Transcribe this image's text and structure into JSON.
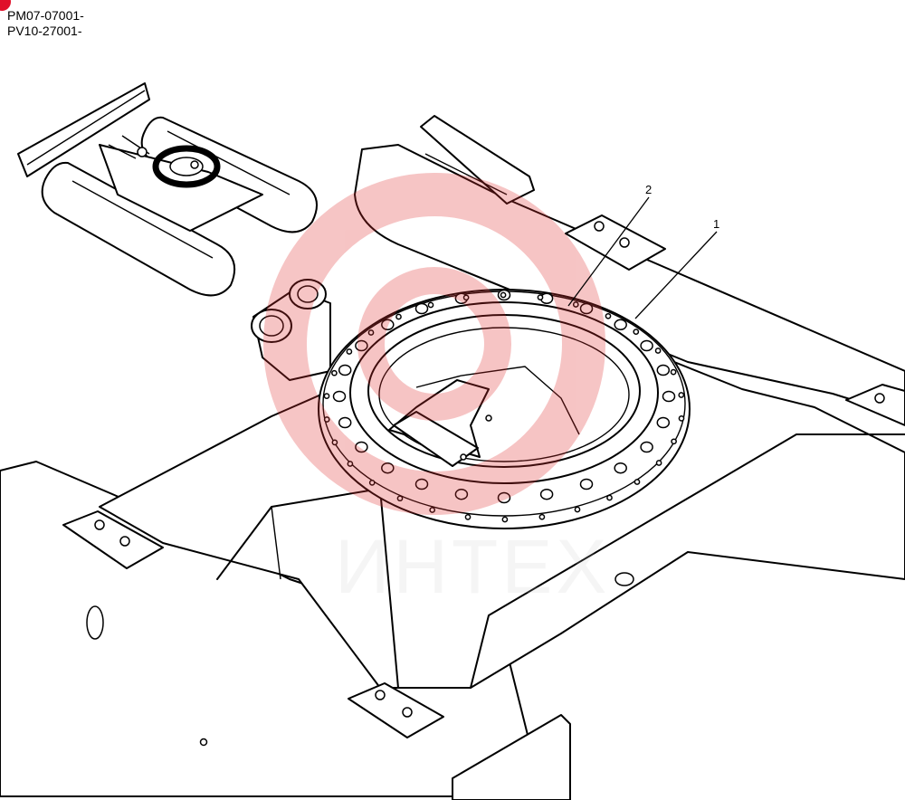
{
  "header": {
    "serial_range_1": "PM07-07001-",
    "serial_range_2": "PV10-27001-",
    "marker_color": "#e0102a"
  },
  "callouts": [
    {
      "label": "1",
      "part": "swing-bearing"
    },
    {
      "label": "2",
      "part": "bolt"
    }
  ],
  "watermark": {
    "text": "ИНТЕХ",
    "color": "#e03030"
  }
}
